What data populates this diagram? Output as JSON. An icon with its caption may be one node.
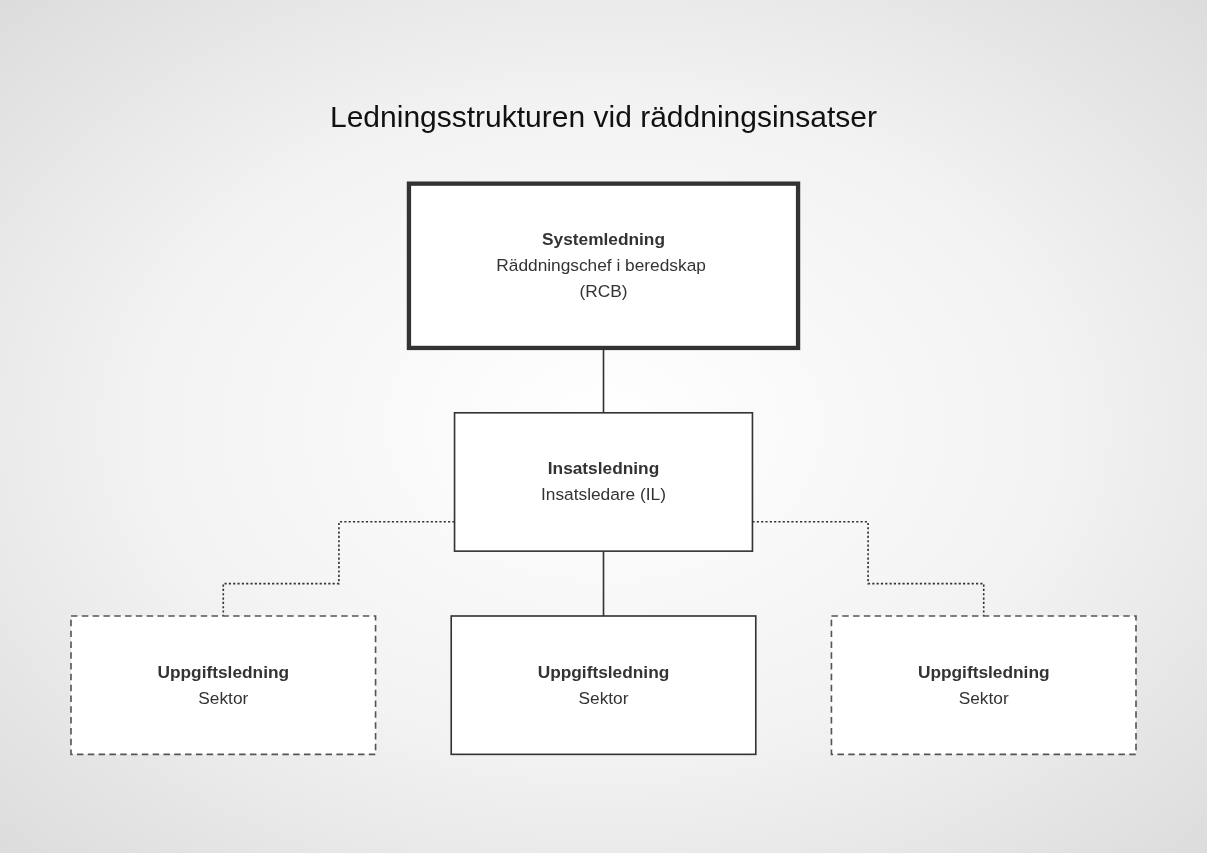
{
  "diagram": {
    "title": "Ledningsstrukturen vid räddningsinsatser",
    "nodes": [
      {
        "text": [
          "Systemledning",
          "Räddningschef i beredskap (RCB)"
        ]
      },
      {
        "text": [
          "Insatsledning",
          "Insatsledare (IL)"
        ]
      },
      {
        "text": [
          "Uppgiftsledning",
          "Sektor"
        ]
      },
      {
        "text": [
          "Uppgiftsledning",
          "Sektor"
        ]
      },
      {
        "text": [
          "Uppgiftsledning",
          "Sektor"
        ]
      }
    ],
    "edges": [
      {
        "from": 0,
        "to": 1,
        "arrow": "none"
      },
      {
        "from": 1,
        "to": 2,
        "arrow": "none",
        "style": "dashed"
      },
      {
        "from": 1,
        "to": 3,
        "arrow": "none"
      },
      {
        "from": 1,
        "to": 4,
        "arrow": "none",
        "style": "dashed"
      }
    ]
  }
}
